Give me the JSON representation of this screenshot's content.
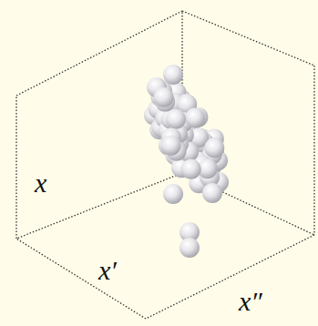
{
  "diagram": {
    "labels": [
      "x",
      "x′",
      "x″"
    ]
  }
}
